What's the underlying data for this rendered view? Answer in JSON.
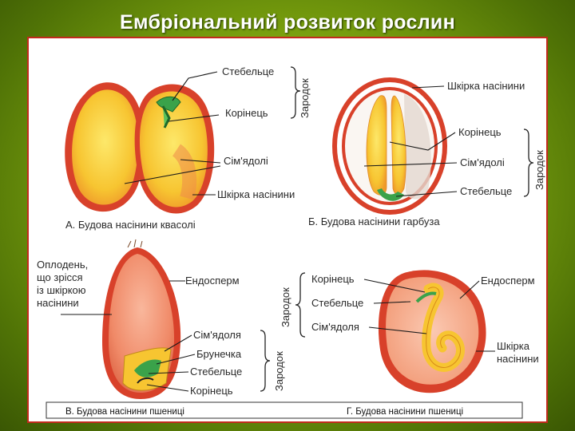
{
  "title": "Ембріональний розвиток рослин",
  "colors": {
    "background": "#7da40f",
    "frame": "#c22a1c",
    "seed_coat": "#d8412a",
    "cotyledon": "#f7c531",
    "endosperm": "#f08a68",
    "embryo_green": "#3aa24a"
  },
  "bean": {
    "caption": "А. Будова насінини квасолі",
    "labels": {
      "stem": "Стебельце",
      "root": "Корінець",
      "cotyledons": "Сім'ядолі",
      "seed_coat": "Шкірка насінини"
    },
    "bracket_label": "Зародок"
  },
  "pumpkin": {
    "caption": "Б. Будова насінини гарбуза",
    "labels": {
      "seed_coat": "Шкірка насінини",
      "root": "Корінець",
      "cotyledons": "Сім'ядолі",
      "stem": "Стебельце"
    },
    "bracket_label": "Зародок"
  },
  "wheat": {
    "caption": "В. Будова насінини пшениці",
    "labels": {
      "pericarp": "Оплодень,\nщо зрісся\nіз шкіркою\nнасінини",
      "endosperm": "Ендосперм",
      "cotyledon": "Сім'ядоля",
      "bud": "Брунечка",
      "stem": "Стебельце",
      "root": "Корінець"
    },
    "bracket_label": "Зародок"
  },
  "beet": {
    "caption": "Г. Будова насінини пшениці",
    "labels": {
      "root": "Корінець",
      "stem": "Стебельце",
      "cotyledon": "Сім'ядоля",
      "endosperm": "Ендосперм",
      "seed_coat": "Шкірка\nнасінини"
    },
    "bracket_label": "Зародок"
  }
}
